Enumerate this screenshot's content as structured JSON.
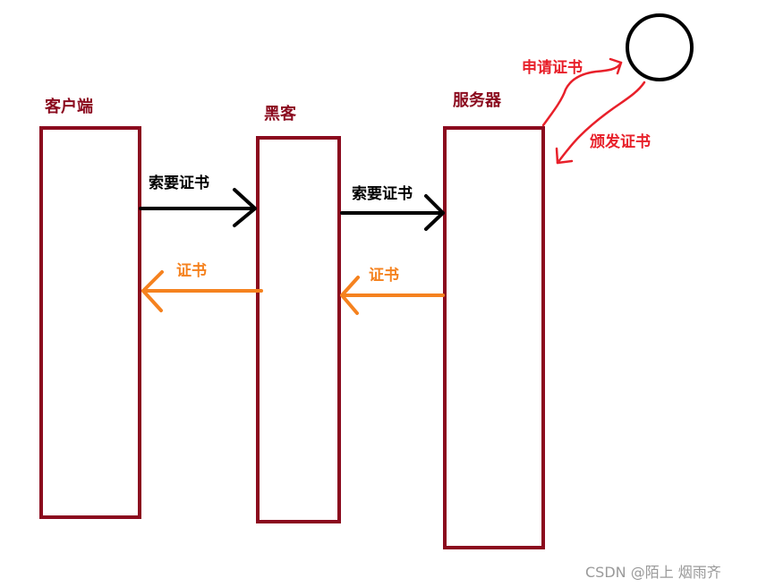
{
  "columns": {
    "client": "客户端",
    "hacker": "黑客",
    "server": "服务器"
  },
  "arrows": {
    "client_to_hacker": "索要证书",
    "hacker_to_server": "索要证书",
    "hacker_to_client": "证书",
    "server_to_hacker": "证书",
    "server_to_ca": "申请证书",
    "ca_to_server": "颁发证书"
  },
  "colors": {
    "box": "#8b0a1e",
    "request_arrow": "#000000",
    "response_arrow": "#f5821f",
    "ca_flow": "#e8202a"
  },
  "watermark": "CSDN @陌上 烟雨齐"
}
